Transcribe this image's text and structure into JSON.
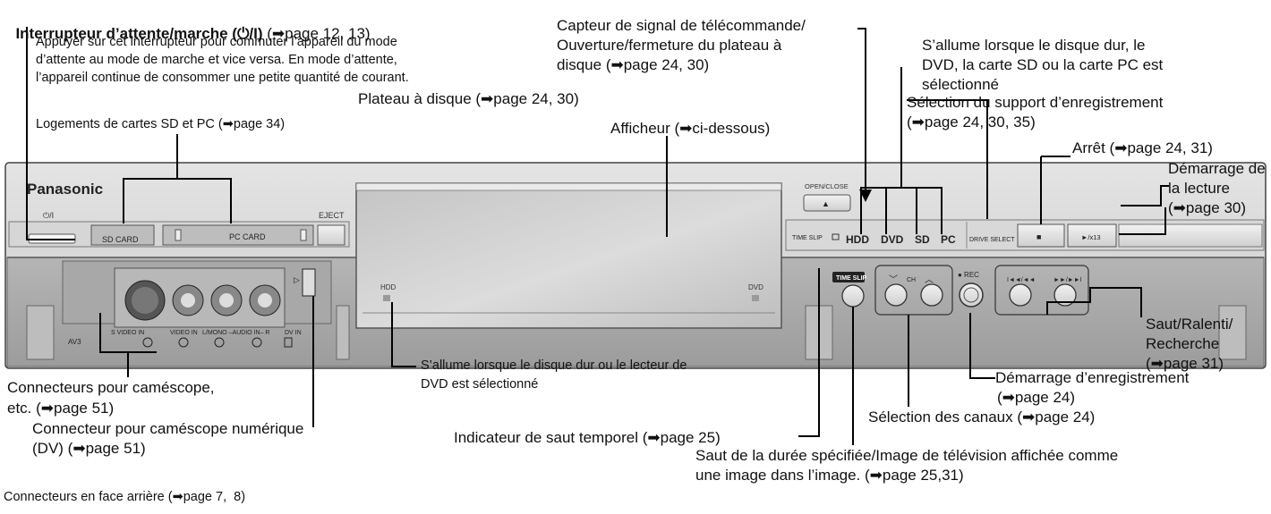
{
  "device": {
    "brand": "Panasonic",
    "standby_symbol": "⏻/I",
    "eject": "EJECT",
    "sd_card": "SD CARD",
    "pc_card": "PC CARD",
    "open_close": "OPEN/CLOSE",
    "eject_symbol": "▲",
    "time_slip_label": "TIME SLIP",
    "hdd": "HDD",
    "dvd": "DVD",
    "sd": "SD",
    "pc": "PC",
    "drive_select": "DRIVE SELECT",
    "stop_symbol": "■",
    "play_label": "►/x13",
    "time_slip_button": "TIME SLIP",
    "ch_label": "CH",
    "rec_label": "● REC",
    "skip_back_label": "I◄◄/◄◄",
    "skip_fwd_label": "►►/►►I",
    "tray_hdd": "HDD",
    "tray_dvd": "DVD",
    "s_video_in": "S VIDEO IN",
    "video_in": "VIDEO IN",
    "audio_in": "L/MONO –AUDIO IN– R",
    "dv_in": "DV IN",
    "av3": "AV3"
  },
  "labels": {
    "standby_title": "Interrupteur d’attente/marche (⏻/I)",
    "standby_ref": " (➡page 12, 13)",
    "standby_desc_1": "Appuyer sur cet interrupteur pour commuter l’appareil du mode",
    "standby_desc_2": "d’attente au mode de marche et vice versa. En mode d’attente,",
    "standby_desc_3": "l’appareil continue de consommer une petite quantité de courant.",
    "card_slots": "Logements de cartes SD et PC (➡page 34)",
    "disc_tray": "Plateau à disque (➡page 24, 30)",
    "remote_sensor_1": "Capteur de signal de télécommande/",
    "remote_sensor_2": "Ouverture/fermeture du plateau à",
    "remote_sensor_3": "disque (➡page 24, 30)",
    "display": "Afficheur (➡ci-dessous)",
    "lights_1": "S’allume lorsque le disque dur, le",
    "lights_2": "DVD, la carte SD ou la carte PC est",
    "lights_3": "sélectionné",
    "drive_select_1": "Sélection du support d’enregistrement",
    "drive_select_2": "(➡page 24, 30, 35)",
    "stop": "Arrêt (➡page 24, 31)",
    "play_1": "Démarrage de",
    "play_2": "la lecture",
    "play_3": "(➡page 30)",
    "skip_1": "Saut/Ralenti/",
    "skip_2": "Recherche",
    "skip_3": "(➡page 31)",
    "tray_light_1": "S’allume lorsque le disque dur ou le lecteur de",
    "tray_light_2": "DVD est sélectionné",
    "rec_1": "Démarrage d’enregistrement",
    "rec_2": "(➡page 24)",
    "channel": "Sélection des canaux (➡page 24)",
    "time_slip_indicator": "Indicateur de saut temporel (➡page 25)",
    "time_slip_1": "Saut de la durée spécifiée/Image de télévision affichée comme",
    "time_slip_2": "une image dans l’image. (➡page 25,31)",
    "camcorder_1": "Connecteurs pour caméscope,",
    "camcorder_2": "etc. (➡page 51)",
    "dv_1": "Connecteur pour caméscope numérique",
    "dv_2": "(DV) (➡page 51)",
    "rear": "Connecteurs en face arrière (➡page 7,  8)"
  }
}
